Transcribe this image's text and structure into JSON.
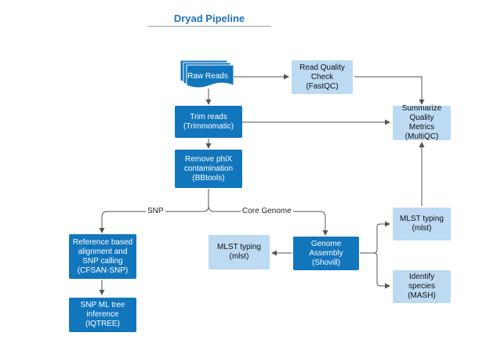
{
  "title": "Dryad Pipeline",
  "nodes": {
    "raw_reads": "Raw Reads",
    "read_quality": "Read Quality\nCheck\n(FastQC)",
    "trim_reads": "Trim reads\n(Trimmomatic)",
    "summarize": "Summarize\nQuality Metrics\n(MultiQC)",
    "remove_phix": "Remove phiX\ncontamination\n(BBtools)",
    "reference_based": "Reference based\nalignment and\nSNP calling\n(CFSAN-SNP)",
    "snp_ml_tree": "SNP ML tree\ninference\n(IQTREE)",
    "mlst_left": "MLST typing\n(mlst)",
    "genome_assembly": "Genome Assembly\n(Shovill)",
    "mlst_right": "MLST typing\n(mlst)",
    "identify_species": "Identify species\n(MASH)"
  },
  "edge_labels": {
    "snp": "SNP",
    "core_genome": "Core Genome"
  },
  "colors": {
    "title": "#1f73b7",
    "dark_node": "#1276bd",
    "light_node": "#bcdaf2",
    "edge": "#555555"
  }
}
